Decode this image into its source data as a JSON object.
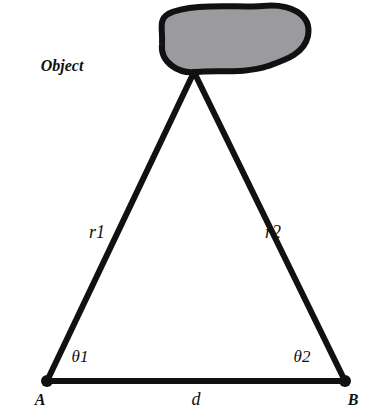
{
  "diagram": {
    "labels": [
      "Object",
      "r1",
      "r2",
      "θ1",
      "θ2",
      "A",
      "d",
      "B"
    ]
  }
}
